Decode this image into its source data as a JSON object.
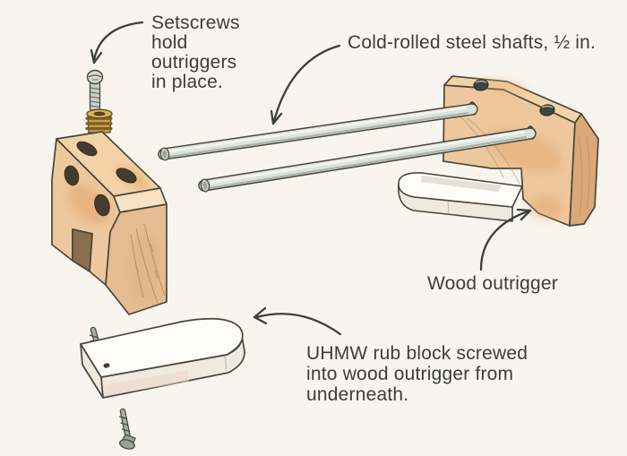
{
  "labels": {
    "setscrews": {
      "lines": [
        "Setscrews",
        "hold",
        "outriggers",
        "in place."
      ]
    },
    "shafts": {
      "text": "Cold-rolled steel shafts, ½ in."
    },
    "wood_outrigger": {
      "text": "Wood outrigger"
    },
    "rub_block": {
      "lines": [
        "UHMW rub block screwed",
        "into wood outrigger from",
        "underneath."
      ]
    }
  },
  "colors": {
    "bg": "#f8f5ef",
    "text_ink": "#3b3e39",
    "outline_ink": "#4b463b",
    "arrow_ink": "#3a3f3a",
    "wood_light": "#f2d3a7",
    "wood_bevel": "#f7e3c3",
    "wood_face": "#edc89e",
    "wood_grain_face": "#e5bd92",
    "wood_end": "#dca877",
    "wood_shade": "#df9a5c",
    "wood_grain_line": "#b08354",
    "steel_body": "#dce3db",
    "steel_cap": "#c6cfc4",
    "steel_inner": "#98a59b",
    "steel_shade": "#a4b0a4",
    "steel_hi": "#f4f7f2",
    "brass_body": "#c9a24a",
    "brass_dark": "#7a6226",
    "brass_top": "#d8b45e",
    "brass_hole": "#57431a",
    "uhmw_top": "#fdfcf7",
    "uhmw_side": "#efeade",
    "uhmw_tint": "#eed6c9",
    "hole_dark": "#453c2f",
    "notch_shadow": "#8a6f4e",
    "screw_body": "#aab1a4",
    "screw_head": "#99a194",
    "screw_dark": "#474d43",
    "setscrew_dark": "#40453f",
    "entry_shadow": "#4e4234",
    "shadow_soft": "#cfc9bb",
    "crease": "#b9b2a4"
  }
}
